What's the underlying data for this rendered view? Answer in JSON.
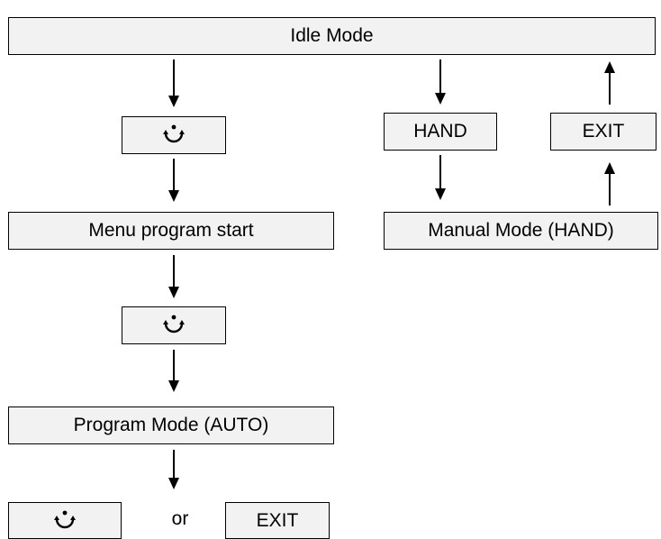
{
  "nodes": {
    "idle": "Idle Mode",
    "hand": "HAND",
    "exit_top": "EXIT",
    "menu_start": "Menu program start",
    "manual": "Manual Mode (HAND)",
    "program": "Program Mode (AUTO)",
    "or": "or",
    "exit_bottom": "EXIT"
  },
  "icons": {
    "key": "rotate-arrows-icon"
  }
}
